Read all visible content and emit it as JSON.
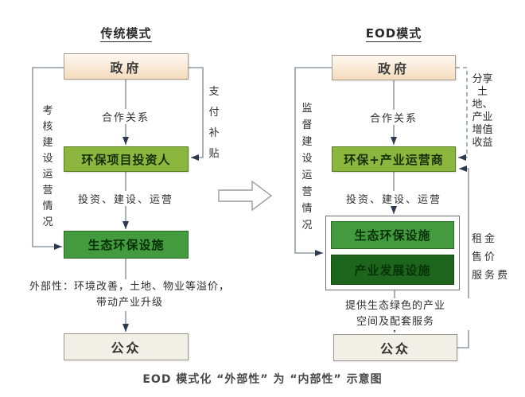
{
  "caption": "EOD 模式化 “外部性” 为 “内部性” 示意图",
  "left_chart": {
    "title": "传统模式",
    "gov": "政府",
    "cooperation_label": "合作关系",
    "investor": "环保项目投资人",
    "invest_label": "投资、建设、运营",
    "eco_facility": "生态环保设施",
    "externality_line1": "外部性：环境改善，土地、物业等溢价，",
    "externality_line2": "带动产业升级",
    "public": "公众",
    "assess_label": "考核建设运营情况",
    "subsidy_label": "支付补贴"
  },
  "right_chart": {
    "title": "EOD模式",
    "gov": "政府",
    "cooperation_label": "合作关系",
    "operator": "环保+产业运营商",
    "invest_label": "投资、建设、运营",
    "eco_facility": "生态环保设施",
    "industry_facility": "产业发展设施",
    "provide_line1": "提供生态绿色的产业",
    "provide_line2": "空间及配套服务",
    "public": "公众",
    "supervise_label": "监督建设运营情况",
    "share_label": "分享土地、产业增值收益",
    "fee_lines": [
      "租金",
      "售价",
      "服务费"
    ]
  },
  "colors": {
    "gov_box": "#f6dcbe",
    "operator_box": "#8cb63e",
    "eco_box": "#449a3e",
    "industry_box": "#1d651c",
    "public_box": "#f1efe6",
    "line": "#7a8694",
    "arrowhead": "#2c3a4f"
  }
}
